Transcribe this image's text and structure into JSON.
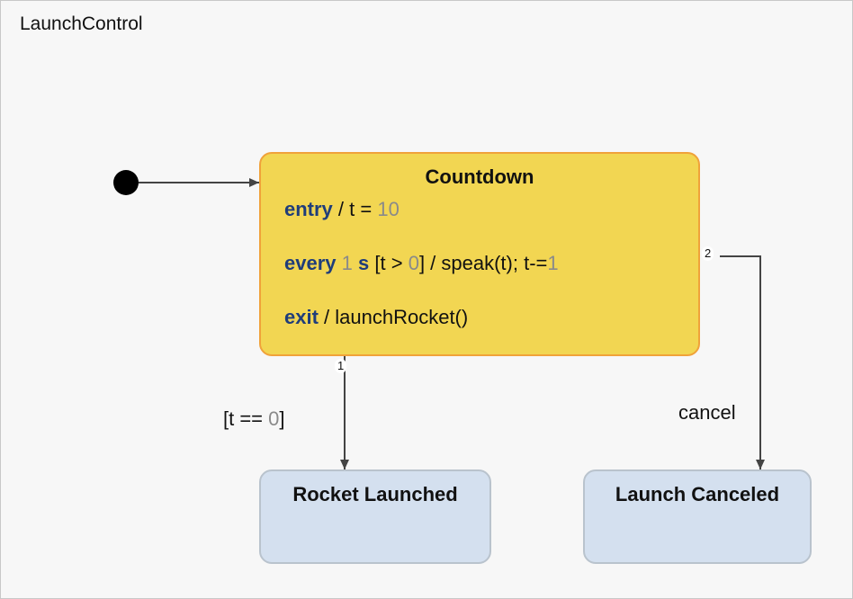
{
  "statechart": {
    "title": "LaunchControl",
    "states": {
      "countdown": {
        "name": "Countdown",
        "entry": {
          "keyword": "entry",
          "text": " / t = ",
          "value": "10"
        },
        "every": {
          "keyword": "every",
          "interval": "1",
          "unit": "s",
          "guard_open": " [t > ",
          "guard_value": "0",
          "guard_close": "] / speak(t); t-=",
          "step": "1"
        },
        "exit": {
          "keyword": "exit",
          "text": " / launchRocket()"
        }
      },
      "rocket_launched": {
        "name": "Rocket Launched"
      },
      "launch_canceled": {
        "name": "Launch Canceled"
      }
    },
    "transitions": [
      {
        "priority": "1",
        "guard_open": "[t == ",
        "guard_value": "0",
        "guard_close": "]"
      },
      {
        "priority": "2",
        "trigger": "cancel"
      }
    ],
    "colors": {
      "active_state_fill": "#f2d652",
      "active_state_border": "#f0a23a",
      "state_fill": "#d4e0ef",
      "state_border": "#b9c3cd",
      "keyword": "#1f3d7a",
      "number": "#8a8a8a",
      "edge": "#444444"
    }
  }
}
